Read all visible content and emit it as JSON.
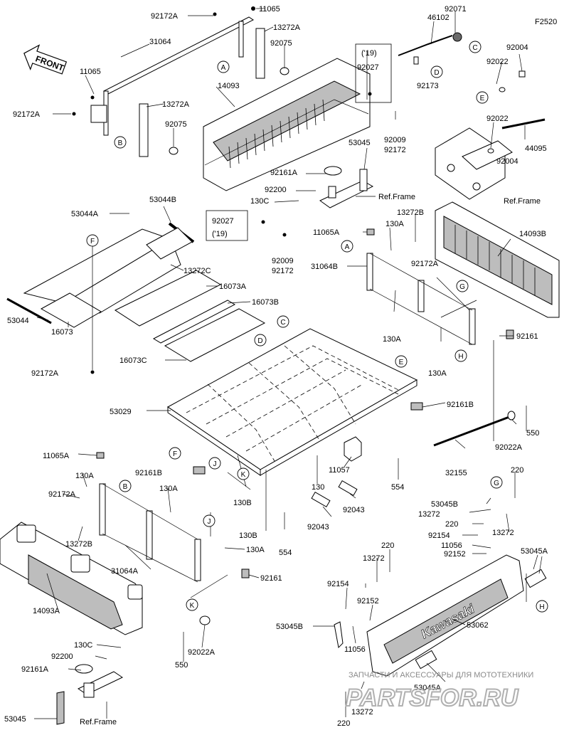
{
  "diagram_code": "F2520",
  "front_label": "FRONT",
  "ref_frame": "Ref.Frame",
  "year_19": "('19)",
  "brand_text": "Kawasaki",
  "watermark": {
    "text": "ЗАПЧАСТИ И АКСЕССУАРЫ ДЛЯ МОТОТЕХНИКИ",
    "logo": "PARTSFOR.RU"
  },
  "parts": {
    "p92172A": "92172A",
    "p11065": "11065",
    "p13272A": "13272A",
    "p31064": "31064",
    "p92075": "92075",
    "p14093": "14093",
    "p46102": "46102",
    "p92071": "92071",
    "p92027": "92027",
    "p92173": "92173",
    "p92004": "92004",
    "p92022": "92022",
    "p44095": "44095",
    "p92009": "92009",
    "p92172": "92172",
    "p53045": "53045",
    "p92161A": "92161A",
    "p92200": "92200",
    "p130C": "130C",
    "p53044B": "53044B",
    "p53044A": "53044A",
    "p13272B": "13272B",
    "p14093B": "14093B",
    "p11065A": "11065A",
    "p130A": "130A",
    "p31064B": "31064B",
    "p13272C": "13272C",
    "p16073A": "16073A",
    "p16073B": "16073B",
    "p53044": "53044",
    "p16073": "16073",
    "p16073C": "16073C",
    "p92161": "92161",
    "p53029": "53029",
    "p92161B": "92161B",
    "p550": "550",
    "p92022A": "92022A",
    "p11057": "11057",
    "p130": "130",
    "p554": "554",
    "p32155": "32155",
    "p92043": "92043",
    "p130B": "130B",
    "p220": "220",
    "p53045B": "53045B",
    "p13272": "13272",
    "p92154": "92154",
    "p11056": "11056",
    "p92152": "92152",
    "p53045A": "53045A",
    "p31064A": "31064A",
    "p14093A": "14093A",
    "p53062": "53062"
  },
  "callouts": [
    "A",
    "B",
    "C",
    "D",
    "E",
    "F",
    "G",
    "H",
    "J",
    "K"
  ]
}
